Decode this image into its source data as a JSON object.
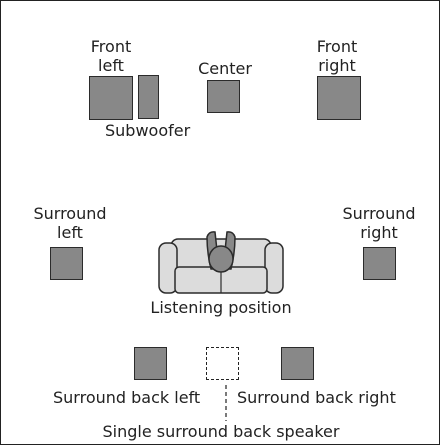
{
  "colors": {
    "speaker": "#888888",
    "outline": "#2b2b2b",
    "sofa_fill": "#dcdcdc",
    "background": "#ffffff"
  },
  "labels": {
    "front_left": [
      "Front",
      "left"
    ],
    "center": "Center",
    "front_right": [
      "Front",
      "right"
    ],
    "subwoofer": "Subwoofer",
    "surround_left": [
      "Surround",
      "left"
    ],
    "surround_right": [
      "Surround",
      "right"
    ],
    "listening_position": "Listening position",
    "surround_back_left": "Surround back left",
    "surround_back_right": "Surround back right",
    "single_surround_back": "Single surround back speaker"
  },
  "icons": {
    "speaker": "speaker-icon",
    "sofa": "sofa-icon",
    "listener": "listener-icon"
  }
}
